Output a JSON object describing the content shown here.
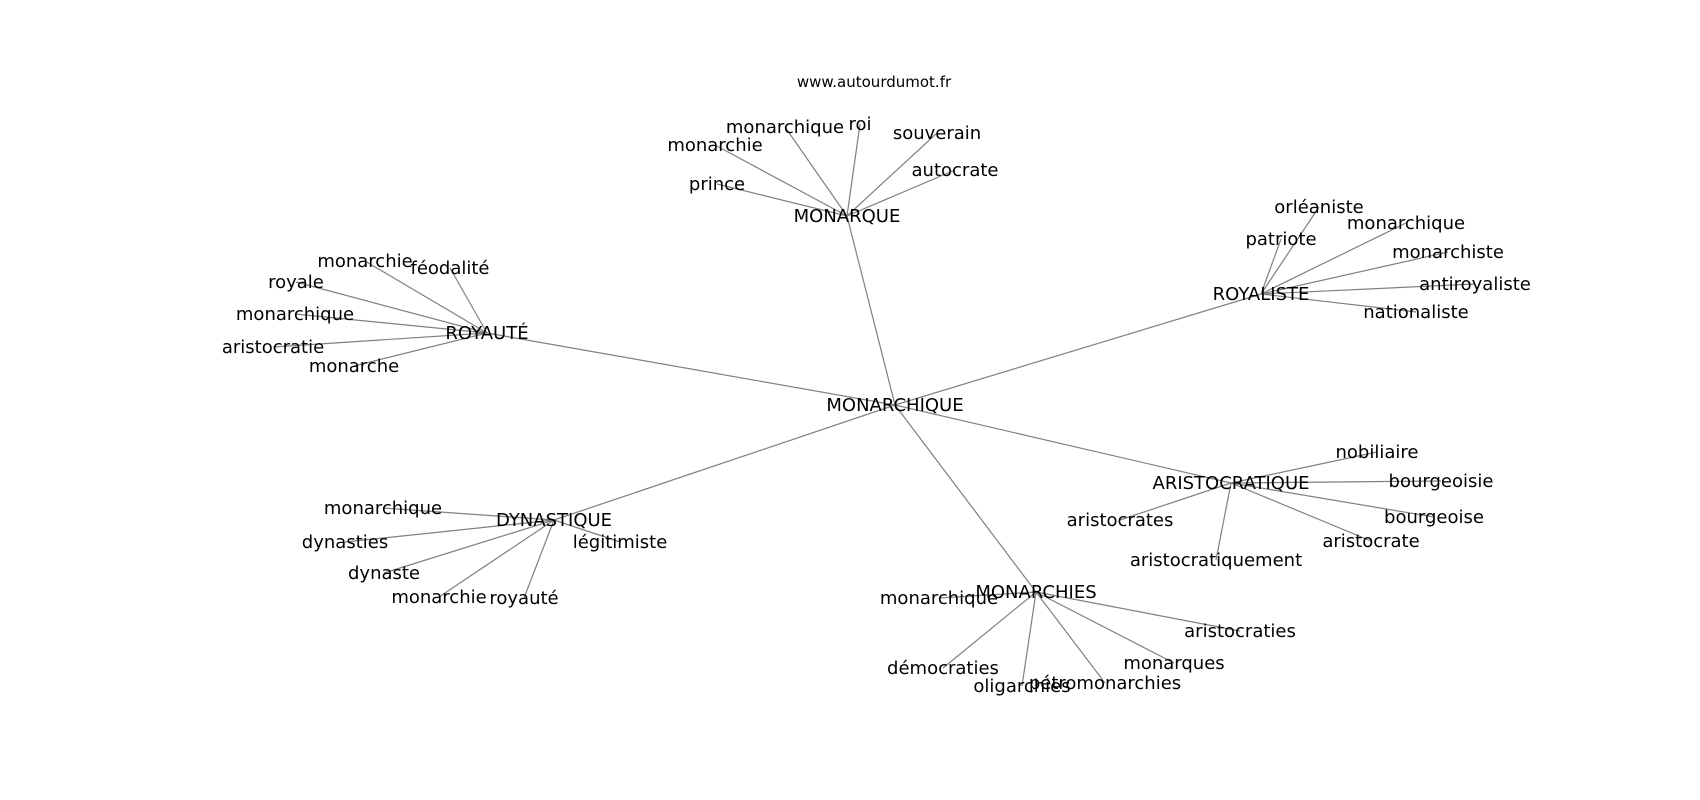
{
  "source": "www.autourdumot.fr",
  "colors": {
    "edge": "#808080",
    "text": "#000000",
    "background": "#ffffff"
  },
  "center": "MONARCHIQUE",
  "hubs": [
    {
      "id": "monarque",
      "label": "MONARQUE",
      "leaves": [
        "monarchique",
        "roi",
        "souverain",
        "monarchie",
        "autocrate",
        "prince"
      ]
    },
    {
      "id": "royaute",
      "label": "ROYAUTÉ",
      "leaves": [
        "monarchie",
        "féodalité",
        "royale",
        "monarchique",
        "aristocratie",
        "monarche"
      ]
    },
    {
      "id": "royaliste",
      "label": "ROYALISTE",
      "leaves": [
        "orléaniste",
        "patriote",
        "monarchique",
        "monarchiste",
        "antiroyaliste",
        "nationaliste"
      ]
    },
    {
      "id": "aristocratique",
      "label": "ARISTOCRATIQUE",
      "leaves": [
        "nobiliaire",
        "bourgeoisie",
        "bourgeoise",
        "aristocrate",
        "aristocrates",
        "aristocratiquement"
      ]
    },
    {
      "id": "dynastique",
      "label": "DYNASTIQUE",
      "leaves": [
        "monarchique",
        "dynasties",
        "légitimiste",
        "dynaste",
        "monarchie",
        "royauté"
      ]
    },
    {
      "id": "monarchies",
      "label": "MONARCHIES",
      "leaves": [
        "monarchique",
        "aristocraties",
        "monarques",
        "démocraties",
        "pétromonarchies",
        "oligarchies"
      ]
    }
  ]
}
